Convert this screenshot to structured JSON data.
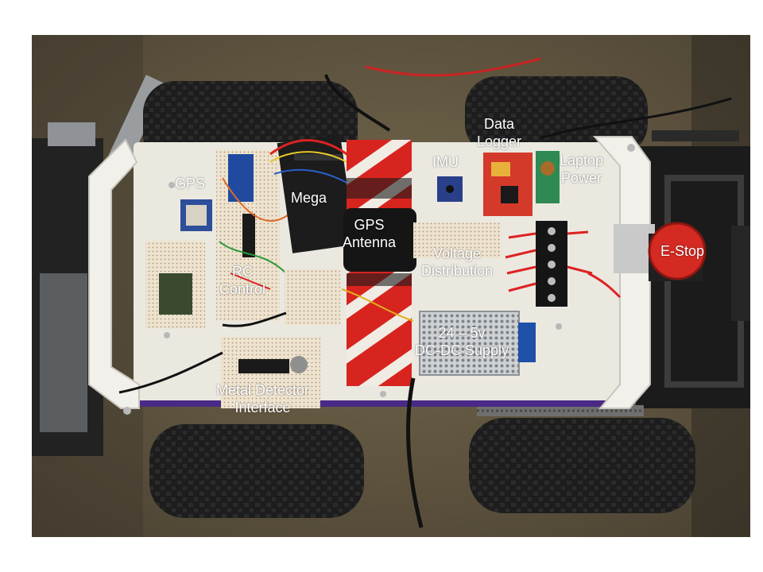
{
  "labels": {
    "gps": "GPS",
    "rc_control": [
      "RC",
      "Control"
    ],
    "mega": "Mega",
    "gps_antenna": [
      "GPS",
      "Antenna"
    ],
    "imu": "IMU",
    "data_logger": [
      "Data",
      "Logger"
    ],
    "laptop_power": [
      "Laptop",
      "Power"
    ],
    "e_stop": "E-Stop",
    "voltage_distribution": [
      "Voltage",
      "Distribution"
    ],
    "dc_dc_supply": [
      "24 – 5v",
      "DC-DC Supply"
    ],
    "metal_detector_interface": [
      "Metal Detector",
      "Interface"
    ]
  },
  "colors": {
    "label_text": "#ffffff",
    "floor": "#6b5f45",
    "board": "#ebe8e0",
    "tape_red": "#d8241f",
    "tape_white": "#f0ece4",
    "estop_red": "#d42a22",
    "chassis_purple": "#4a2a86"
  }
}
